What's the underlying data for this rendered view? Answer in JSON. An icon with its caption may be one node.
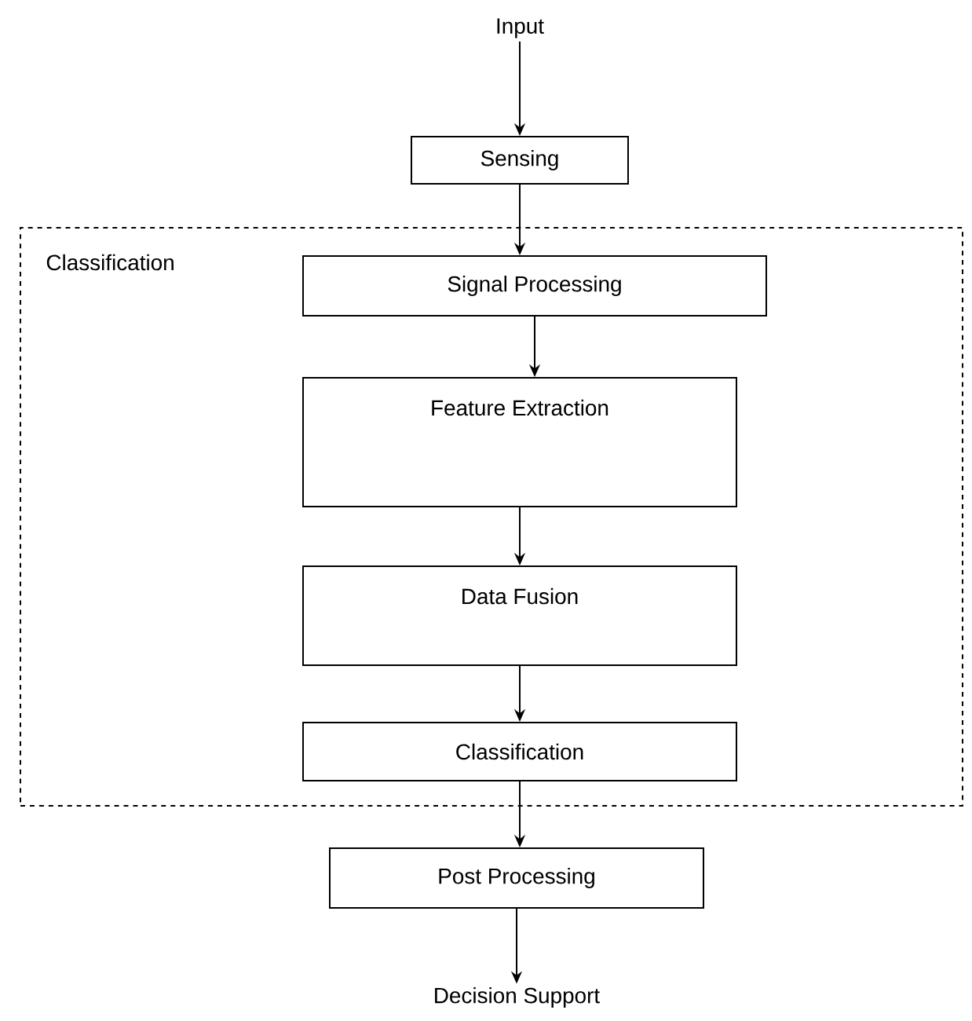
{
  "diagram": {
    "nodes": [
      {
        "text": [
          "Input"
        ]
      },
      {
        "text": [
          "Sensing"
        ]
      },
      {
        "text": [
          "Classification"
        ]
      },
      {
        "text": [
          "Signal Processing"
        ],
        "in": 2
      },
      {
        "text": [
          "Feature Extraction"
        ],
        "in": 2
      },
      {
        "text": [
          "Data Fusion"
        ],
        "in": 2
      },
      {
        "text": [
          "Classification"
        ],
        "in": 2
      },
      {
        "text": [
          "Post Processing"
        ]
      },
      {
        "text": [
          "Decision Support"
        ]
      }
    ],
    "edges": [
      {
        "from": 0,
        "to": 1,
        "arrow": "to"
      },
      {
        "from": 1,
        "to": 3,
        "arrow": "to"
      },
      {
        "from": 3,
        "to": 4,
        "arrow": "to"
      },
      {
        "from": 4,
        "to": 5,
        "arrow": "to"
      },
      {
        "from": 5,
        "to": 6,
        "arrow": "to"
      },
      {
        "from": 6,
        "to": 7,
        "arrow": "to"
      },
      {
        "from": 7,
        "to": 8,
        "arrow": "to"
      }
    ]
  }
}
